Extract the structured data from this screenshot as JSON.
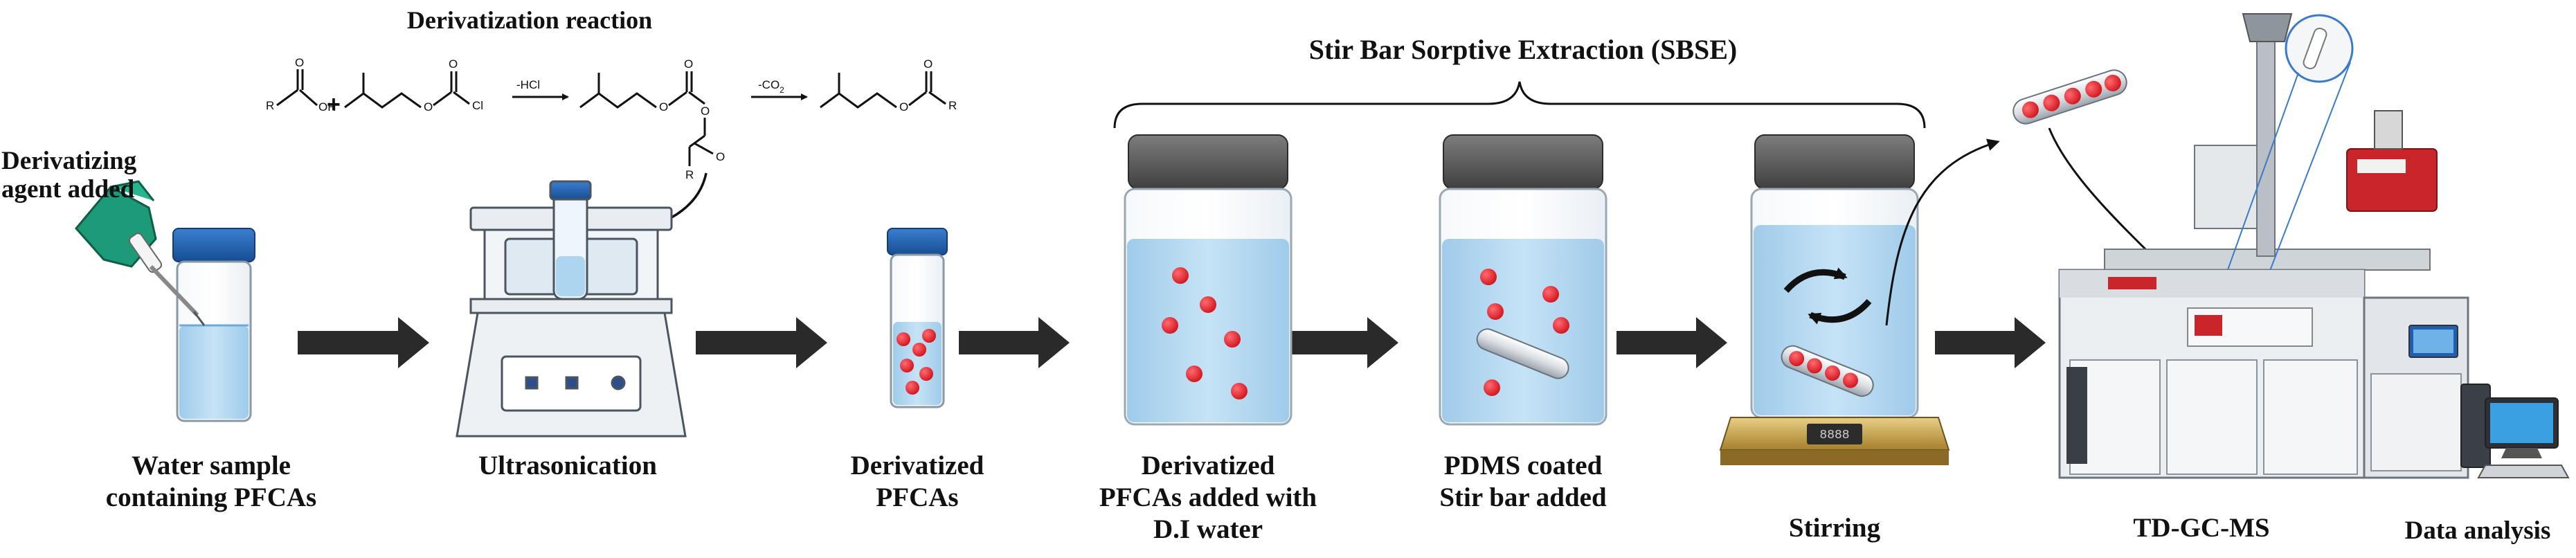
{
  "title": "Derivatization reaction",
  "sbse_label": "Stir Bar Sorptive Extraction (SBSE)",
  "derivatizing_agent": "Derivatizing agent added",
  "reaction": {
    "r_label": "R",
    "oh_label": "OH",
    "cl_label": "Cl",
    "plus": "+",
    "minus_hcl": "-HCl",
    "minus_co2": "-CO",
    "co2_sub": "2",
    "o_label": "O"
  },
  "steps": [
    {
      "label_lines": [
        "Water sample",
        "containing PFCAs"
      ]
    },
    {
      "label_lines": [
        "Ultrasonication"
      ]
    },
    {
      "label_lines": [
        "Derivatized",
        "PFCAs"
      ]
    },
    {
      "label_lines": [
        "Derivatized",
        "PFCAs added with",
        "D.I water"
      ]
    },
    {
      "label_lines": [
        "PDMS coated",
        "Stir bar added"
      ]
    },
    {
      "label_lines": [
        "Stirring"
      ]
    },
    {
      "label_lines": [
        "TD-GC-MS"
      ]
    },
    {
      "label_lines": [
        "Data analysis"
      ]
    }
  ],
  "colors": {
    "water": "#aed5ef",
    "cap_blue": "#1f5fb0",
    "dark_cap": "#5a5a5a",
    "droplet": "#e8212a",
    "arrow": "#2a2a2a",
    "glove": "#1d9a78",
    "stir_plate": "#c9a24a"
  },
  "icons": [
    "pipette-hand-icon",
    "ultrasonic-bath-icon",
    "vial-icon",
    "jar-icon",
    "stir-bar-icon",
    "stir-plate-icon",
    "rotation-arrows-icon",
    "gc-ms-instrument-icon",
    "computer-icon"
  ]
}
